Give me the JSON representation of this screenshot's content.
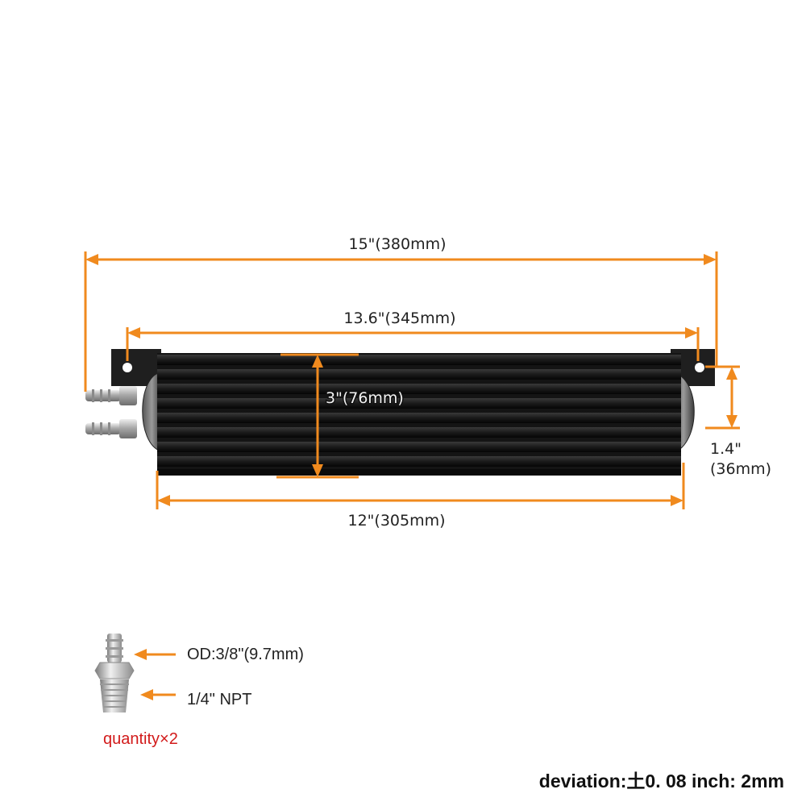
{
  "dimensions": {
    "overall_length": "15\"(380mm)",
    "mount_hole_spacing": "13.6\"(345mm)",
    "core_height": "3\"(76mm)",
    "core_length": "12\"(305mm)",
    "port_spacing_in": "1.4\"",
    "port_spacing_mm": "(36mm)"
  },
  "fitting": {
    "od_label": "OD:3/8\"(9.7mm)",
    "thread_label": "1/4\" NPT",
    "quantity_label": "quantity×2"
  },
  "deviation_label": "deviation:土0. 08 inch: 2mm",
  "colors": {
    "dimension_line": "#f08a1e",
    "cooler_body": "#1c1c1c",
    "quantity_text": "#d21a1a"
  }
}
